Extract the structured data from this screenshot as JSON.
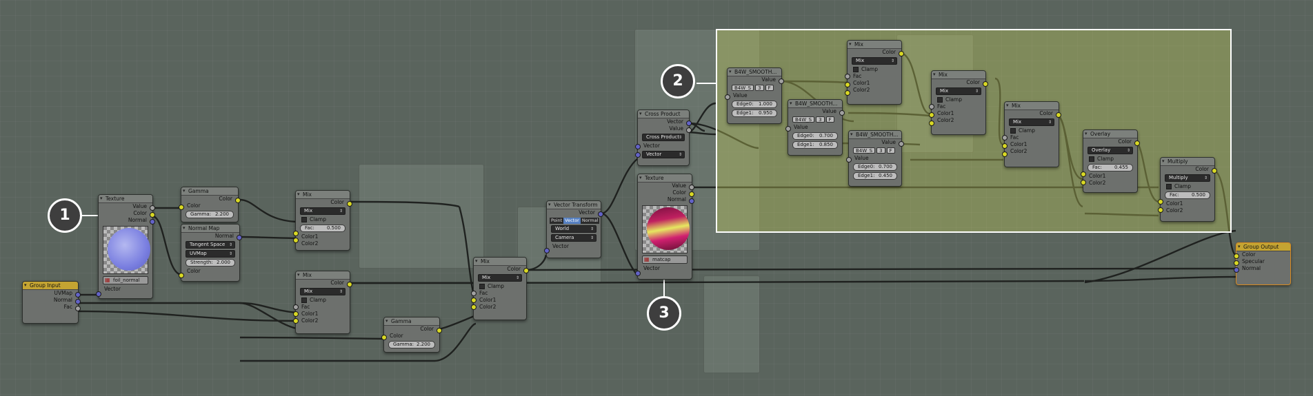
{
  "nodes": {
    "group_input": {
      "title": "Group Input",
      "outputs": [
        "UVMap",
        "Normal",
        "Fac"
      ]
    },
    "texture1": {
      "title": "Texture",
      "outputs": [
        "Value",
        "Color",
        "Normal"
      ],
      "image": "foil_normal",
      "input": "Vector"
    },
    "gamma1": {
      "title": "Gamma",
      "output": "Color",
      "input": "Color",
      "gamma_label": "Gamma:",
      "gamma_value": "2.200"
    },
    "normal_map": {
      "title": "Normal Map",
      "output": "Normal",
      "space": "Tangent Space",
      "uvmap": "UVMap",
      "strength_label": "Strength:",
      "strength_value": "2.000",
      "input": "Color"
    },
    "mix1": {
      "title": "Mix",
      "output": "Color",
      "mode": "Mix",
      "clamp": "Clamp",
      "fac_label": "Fac:",
      "fac_value": "0.500",
      "inputs": [
        "Color1",
        "Color2"
      ]
    },
    "mix2": {
      "title": "Mix",
      "output": "Color",
      "mode": "Mix",
      "clamp": "Clamp",
      "inputs": [
        "Fac",
        "Color1",
        "Color2"
      ]
    },
    "gamma2": {
      "title": "Gamma",
      "output": "Color",
      "input": "Color",
      "gamma_label": "Gamma:",
      "gamma_value": "2.200"
    },
    "mix3": {
      "title": "Mix",
      "output": "Color",
      "mode": "Mix",
      "clamp": "Clamp",
      "inputs": [
        "Fac",
        "Color1",
        "Color2"
      ]
    },
    "vector_transform": {
      "title": "Vector Transform",
      "output": "Vector",
      "type_opts": [
        "Point",
        "Vector",
        "Normal"
      ],
      "from": "World",
      "to": "Camera",
      "input": "Vector"
    },
    "cross_product": {
      "title": "Cross Product",
      "outputs": [
        "Vector",
        "Value"
      ],
      "mode": "Cross Product",
      "inputs": [
        "Vector",
        "Vector"
      ]
    },
    "texture2": {
      "title": "Texture",
      "outputs": [
        "Value",
        "Color",
        "Normal"
      ],
      "image": "matcap",
      "input": "Vector"
    },
    "smooth1": {
      "title": "B4W_SMOOTH...",
      "output": "Value",
      "b4w": [
        "B4W_S",
        "3",
        "F"
      ],
      "input": "Value",
      "edge0_label": "Edge0:",
      "edge0": "1.000",
      "edge1_label": "Edge1:",
      "edge1": "0.950"
    },
    "smooth2": {
      "title": "B4W_SMOOTH...",
      "output": "Value",
      "b4w": [
        "B4W_S",
        "3",
        "F"
      ],
      "input": "Value",
      "edge0_label": "Edge0:",
      "edge0": "0.700",
      "edge1_label": "Edge1:",
      "edge1": "0.850"
    },
    "smooth3": {
      "title": "B4W_SMOOTH...",
      "output": "Value",
      "b4w": [
        "B4W_S",
        "3",
        "F"
      ],
      "input": "Value",
      "edge0_label": "Edge0:",
      "edge0": "0.700",
      "edge1_label": "Edge1:",
      "edge1": "0.450"
    },
    "mix4": {
      "title": "Mix",
      "output": "Color",
      "mode": "Mix",
      "clamp": "Clamp",
      "inputs": [
        "Fac",
        "Color1",
        "Color2"
      ]
    },
    "mix5": {
      "title": "Mix",
      "output": "Color",
      "mode": "Mix",
      "clamp": "Clamp",
      "inputs": [
        "Fac",
        "Color1",
        "Color2"
      ]
    },
    "mix6": {
      "title": "Mix",
      "output": "Color",
      "mode": "Mix",
      "clamp": "Clamp",
      "inputs": [
        "Fac",
        "Color1",
        "Color2"
      ]
    },
    "overlay": {
      "title": "Overlay",
      "output": "Color",
      "mode": "Overlay",
      "clamp": "Clamp",
      "fac_label": "Fac:",
      "fac_value": "0.455",
      "inputs": [
        "Color1",
        "Color2"
      ]
    },
    "multiply": {
      "title": "Multiply",
      "output": "Color",
      "mode": "Multiply",
      "clamp": "Clamp",
      "fac_label": "Fac:",
      "fac_value": "0.500",
      "inputs": [
        "Color1",
        "Color2"
      ]
    },
    "group_output": {
      "title": "Group Output",
      "inputs": [
        "Color",
        "Specular",
        "Normal"
      ]
    }
  },
  "callouts": [
    "1",
    "2",
    "3"
  ],
  "colors": {
    "socket_color": "#d8d825",
    "socket_value": "#a1a1a1",
    "socket_vector": "#6363c7",
    "group_header": "#c4a432",
    "highlight": "#ffffff"
  }
}
